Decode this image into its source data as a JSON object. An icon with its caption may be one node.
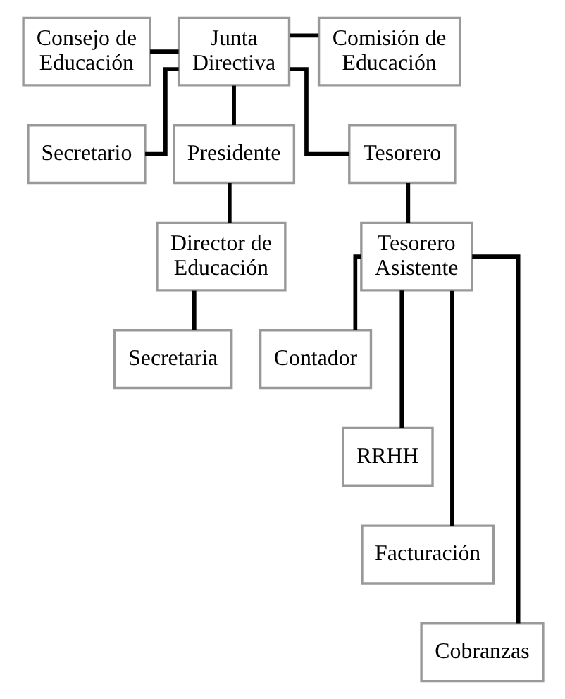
{
  "diagram": {
    "nodes": [
      {
        "text": [
          "Consejo de Educación"
        ]
      },
      {
        "text": [
          "Junta Directiva"
        ]
      },
      {
        "text": [
          "Comisión de Educación"
        ]
      },
      {
        "text": [
          "Secretario"
        ]
      },
      {
        "text": [
          "Presidente"
        ]
      },
      {
        "text": [
          "Tesorero"
        ]
      },
      {
        "text": [
          "Director de Educación"
        ]
      },
      {
        "text": [
          "Tesorero Asistente"
        ]
      },
      {
        "text": [
          "Secretaria"
        ]
      },
      {
        "text": [
          "Contador"
        ]
      },
      {
        "text": [
          "RRHH"
        ]
      },
      {
        "text": [
          "Facturación"
        ]
      },
      {
        "text": [
          "Cobranzas"
        ]
      }
    ],
    "edges": [
      {
        "from": 1,
        "to": 0,
        "arrow": "none"
      },
      {
        "from": 1,
        "to": 2,
        "arrow": "none"
      },
      {
        "from": 1,
        "to": 3,
        "arrow": "none"
      },
      {
        "from": 1,
        "to": 4,
        "arrow": "none"
      },
      {
        "from": 1,
        "to": 5,
        "arrow": "none"
      },
      {
        "from": 4,
        "to": 6,
        "arrow": "none"
      },
      {
        "from": 5,
        "to": 7,
        "arrow": "none"
      },
      {
        "from": 6,
        "to": 8,
        "arrow": "none"
      },
      {
        "from": 7,
        "to": 9,
        "arrow": "none"
      },
      {
        "from": 7,
        "to": 10,
        "arrow": "none"
      },
      {
        "from": 7,
        "to": 11,
        "arrow": "none"
      },
      {
        "from": 7,
        "to": 12,
        "arrow": "none"
      }
    ]
  }
}
